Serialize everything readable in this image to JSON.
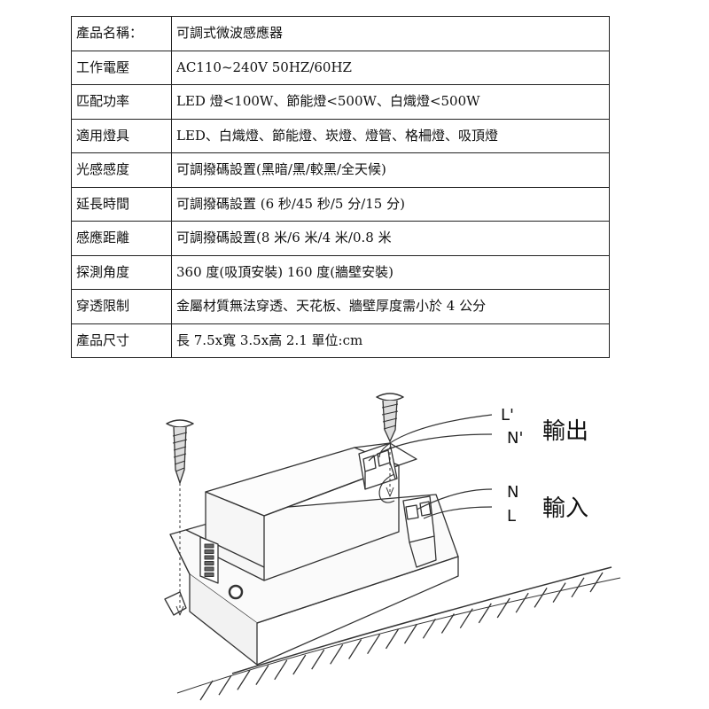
{
  "specs": [
    {
      "key": "產品名稱：",
      "value": "可調式微波感應器"
    },
    {
      "key": "工作電壓",
      "value": "AC110~240V 50HZ/60HZ"
    },
    {
      "key": "匹配功率",
      "value": "LED 燈<100W、節能燈<500W、白熾燈<500W"
    },
    {
      "key": "適用燈具",
      "value": "LED、白熾燈、節能燈、崁燈、燈管、格柵燈、吸頂燈"
    },
    {
      "key": "光感感度",
      "value": "可調撥碼設置(黑暗/黑/較黑/全天候)"
    },
    {
      "key": "延長時間",
      "value": "可調撥碼設置 (6 秒/45 秒/5 分/15 分)"
    },
    {
      "key": "感應距離",
      "value": "可調撥碼設置(8 米/6 米/4 米/0.8 米"
    },
    {
      "key": "探測角度",
      "value": "360 度(吸頂安裝) 160 度(牆壁安裝)"
    },
    {
      "key": "穿透限制",
      "value": "金屬材質無法穿透、天花板、牆壁厚度需小於 4 公分"
    },
    {
      "key": "產品尺寸",
      "value": "長 7.5x寬 3.5x高 2.1 單位:cm"
    }
  ],
  "wiring": {
    "output_terminals": [
      "L'",
      "N'"
    ],
    "output_label": "輸出",
    "input_terminals": [
      "N",
      "L"
    ],
    "input_label": "輸入"
  }
}
